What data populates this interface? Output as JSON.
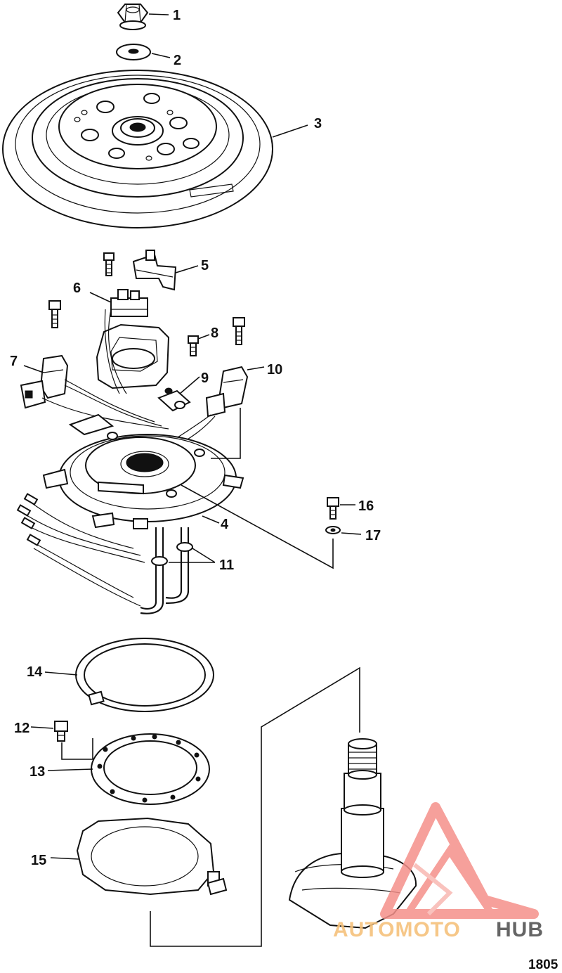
{
  "callouts": {
    "c1": "1",
    "c2": "2",
    "c3": "3",
    "c4": "4",
    "c5": "5",
    "c6": "6",
    "c7": "7",
    "c8": "8",
    "c9": "9",
    "c10": "10",
    "c11": "11",
    "c12": "12",
    "c13": "13",
    "c14": "14",
    "c15": "15",
    "c16": "16",
    "c17": "17"
  },
  "figure_number": "1805",
  "watermark": {
    "part1": "AUTOMOTO",
    "part2": "HUB",
    "color_primary": "#f5908a",
    "color_secondary": "#f6c27c",
    "color_dark": "#555555"
  }
}
